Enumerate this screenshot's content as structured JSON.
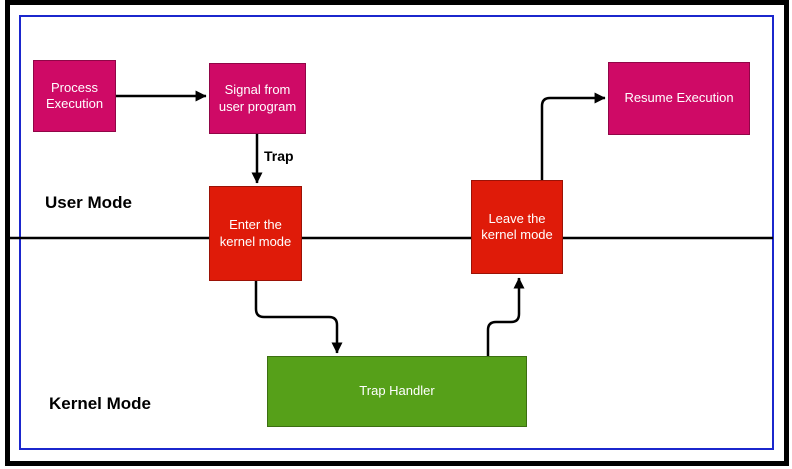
{
  "nodes": {
    "process": {
      "label": "Process Execution",
      "fill": "#cf0a66"
    },
    "signal": {
      "label": "Signal from user program",
      "fill": "#cf0a66"
    },
    "enter": {
      "label": "Enter the kernel mode",
      "fill": "#df1b09"
    },
    "leave": {
      "label": "Leave the kernel mode",
      "fill": "#df1b09"
    },
    "resume": {
      "label": "Resume Execution",
      "fill": "#cf0a66"
    },
    "trap_handler": {
      "label": "Trap Handler",
      "fill": "#56a019"
    }
  },
  "labels": {
    "user_mode": "User Mode",
    "kernel_mode": "Kernel Mode",
    "trap": "Trap"
  },
  "edges": [
    {
      "from": "process",
      "to": "signal"
    },
    {
      "from": "signal",
      "to": "enter",
      "label": "Trap"
    },
    {
      "from": "enter",
      "to": "trap_handler"
    },
    {
      "from": "trap_handler",
      "to": "leave"
    },
    {
      "from": "leave",
      "to": "resume"
    }
  ],
  "colors": {
    "pink": "#cf0a66",
    "red": "#df1b09",
    "green": "#56a019",
    "frame_border": "#000000",
    "inner_border": "#1b27cd",
    "arrow": "#000000",
    "node_text": "#ffffff",
    "background": "#ffffff"
  }
}
